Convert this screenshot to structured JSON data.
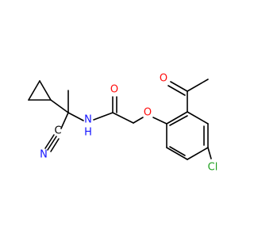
{
  "molecule": {
    "colors": {
      "bond": "#000000",
      "carbon": "#000000",
      "nitrogen": "#1414ff",
      "oxygen": "#ff0d0d",
      "chlorine": "#1fa01f"
    },
    "labels": {
      "acetyl_oxygen": "O",
      "amide_oxygen": "O",
      "ether_oxygen": "O",
      "amide_nitrogen": "N",
      "amide_hydrogen": "H",
      "nitrile_carbon": "C",
      "nitrile_nitrogen": "N",
      "chlorine": "Cl"
    }
  }
}
